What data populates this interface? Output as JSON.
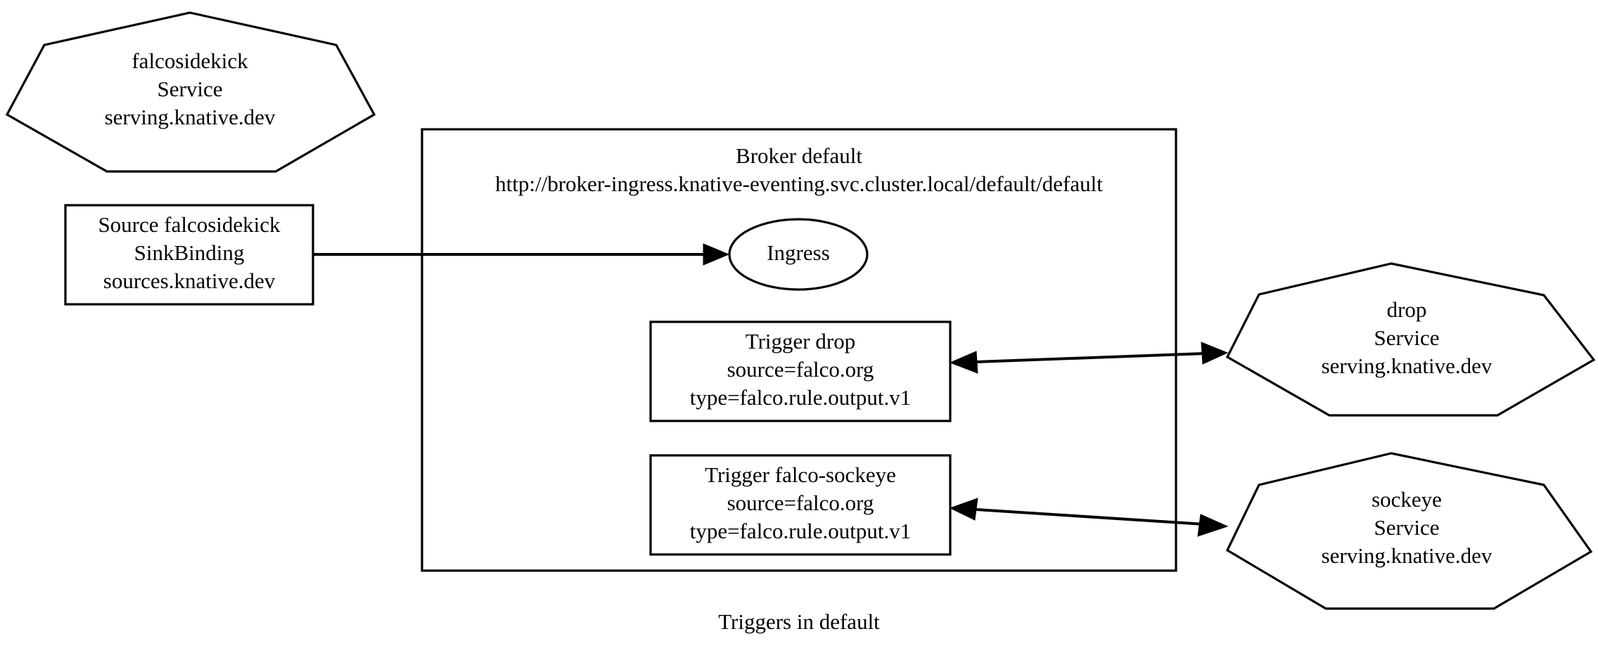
{
  "diagram": {
    "caption": "Triggers in default",
    "background_color": "#ffffff",
    "line_color": "#000000",
    "text_color": "#000000"
  },
  "nodes": {
    "falcosidekick_service": {
      "shape": "heptagon",
      "line1": "falcosidekick",
      "line2": "Service",
      "line3": "serving.knative.dev"
    },
    "source_sinkbinding": {
      "shape": "box",
      "line1": "Source falcosidekick",
      "line2": "SinkBinding",
      "line3": "sources.knative.dev"
    },
    "ingress": {
      "shape": "ellipse",
      "line1": "Ingress"
    },
    "trigger_drop": {
      "shape": "box",
      "line1": "Trigger drop",
      "line2": "source=falco.org",
      "line3": "type=falco.rule.output.v1"
    },
    "trigger_falco_sockeye": {
      "shape": "box",
      "line1": "Trigger falco-sockeye",
      "line2": "source=falco.org",
      "line3": "type=falco.rule.output.v1"
    },
    "drop_service": {
      "shape": "heptagon",
      "line1": "drop",
      "line2": "Service",
      "line3": "serving.knative.dev"
    },
    "sockeye_service": {
      "shape": "heptagon",
      "line1": "sockeye",
      "line2": "Service",
      "line3": "serving.knative.dev"
    }
  },
  "cluster": {
    "broker": {
      "line1": "Broker default",
      "line2": "http://broker-ingress.knative-eventing.svc.cluster.local/default/default"
    }
  },
  "edges": [
    {
      "name": "source-to-ingress",
      "from": "source_sinkbinding",
      "to": "ingress",
      "direction": "forward"
    },
    {
      "name": "trigger-drop-to-drop-service",
      "from": "trigger_drop",
      "to": "drop_service",
      "direction": "both"
    },
    {
      "name": "trigger-sockeye-to-sockeye-service",
      "from": "trigger_falco_sockeye",
      "to": "sockeye_service",
      "direction": "both"
    }
  ]
}
